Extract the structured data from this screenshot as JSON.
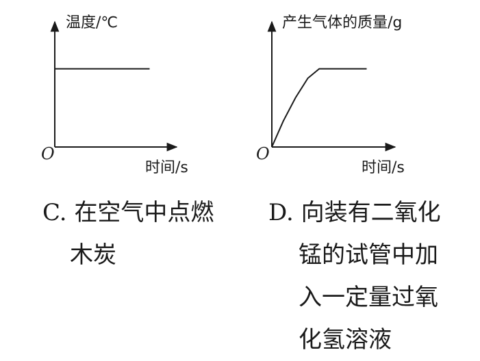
{
  "chart_data": [
    {
      "type": "line",
      "title": "",
      "xlabel": "时间/s",
      "ylabel": "温度/℃",
      "origin_label": "O",
      "series": [
        {
          "x": [
            0,
            1
          ],
          "y": [
            1,
            1
          ]
        }
      ],
      "xlim": [
        0,
        1.3
      ],
      "ylim": [
        0,
        1.6
      ],
      "grid": false
    },
    {
      "type": "line",
      "title": "",
      "xlabel": "时间/s",
      "ylabel": "产生气体的质量/g",
      "origin_label": "O",
      "series": [
        {
          "x": [
            0,
            0.12,
            0.25,
            0.38,
            0.5,
            1
          ],
          "y": [
            0,
            0.33,
            0.63,
            0.88,
            1,
            1
          ]
        }
      ],
      "xlim": [
        0,
        1.3
      ],
      "ylim": [
        0,
        1.6
      ],
      "grid": false
    }
  ],
  "captions": [
    {
      "letter": "C.",
      "lines": [
        "在空气中点燃",
        "木炭"
      ]
    },
    {
      "letter": "D.",
      "lines": [
        "向装有二氧化",
        "锰的试管中加",
        "入一定量过氧",
        "化氢溶液"
      ]
    }
  ]
}
